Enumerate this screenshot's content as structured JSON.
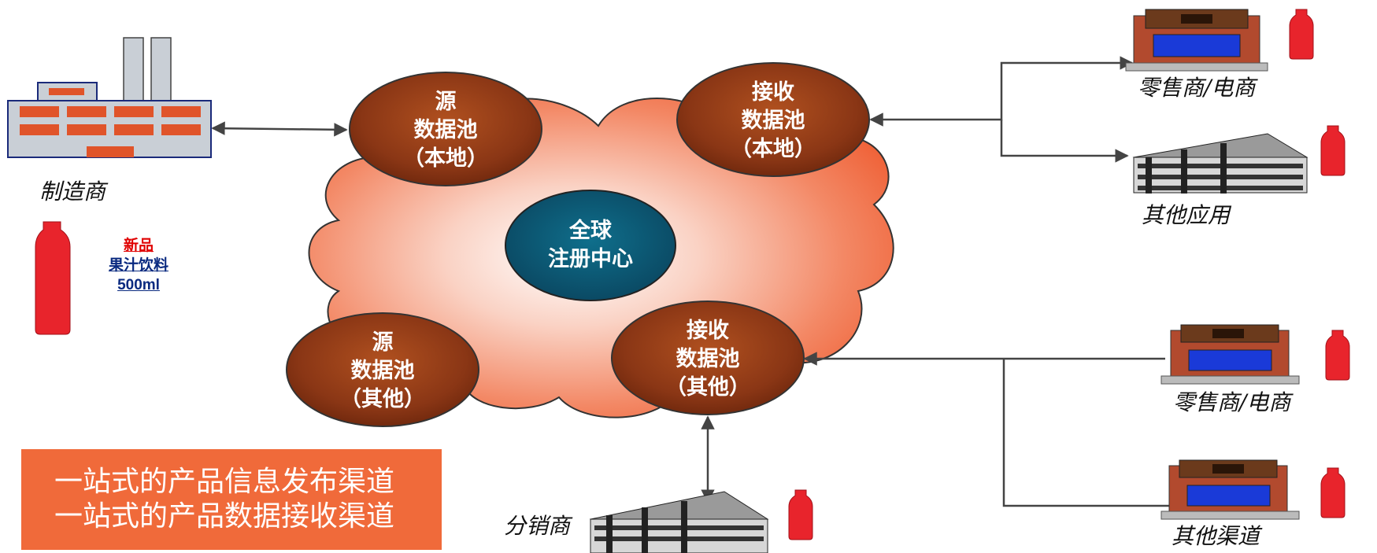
{
  "center": {
    "line1": "全球",
    "line2": "注册中心"
  },
  "pools": {
    "source_local": {
      "line1": "源",
      "line2": "数据池",
      "line3": "（本地）"
    },
    "receive_local": {
      "line1": "接收",
      "line2": "数据池",
      "line3": "（本地）"
    },
    "source_other": {
      "line1": "源",
      "line2": "数据池",
      "line3": "（其他）"
    },
    "receive_other": {
      "line1": "接收",
      "line2": "数据池",
      "line3": "（其他）"
    }
  },
  "labels": {
    "manufacturer": "制造商",
    "distributor": "分销商",
    "retailer_top": "零售商/电商",
    "other_apps": "其他应用",
    "retailer_bottom": "零售商/电商",
    "other_channels": "其他渠道"
  },
  "product": {
    "new": "新品",
    "juice": "果汁饮料",
    "size": "500ml"
  },
  "banner": {
    "line1": "一站式的产品信息发布渠道",
    "line2": "一站式的产品数据接收渠道"
  },
  "colors": {
    "cloud": "#f36f45",
    "pool": "#8b3a1c",
    "center": "#0d5a75",
    "banner": "#f06a3a",
    "bottle": "#e8242c"
  }
}
